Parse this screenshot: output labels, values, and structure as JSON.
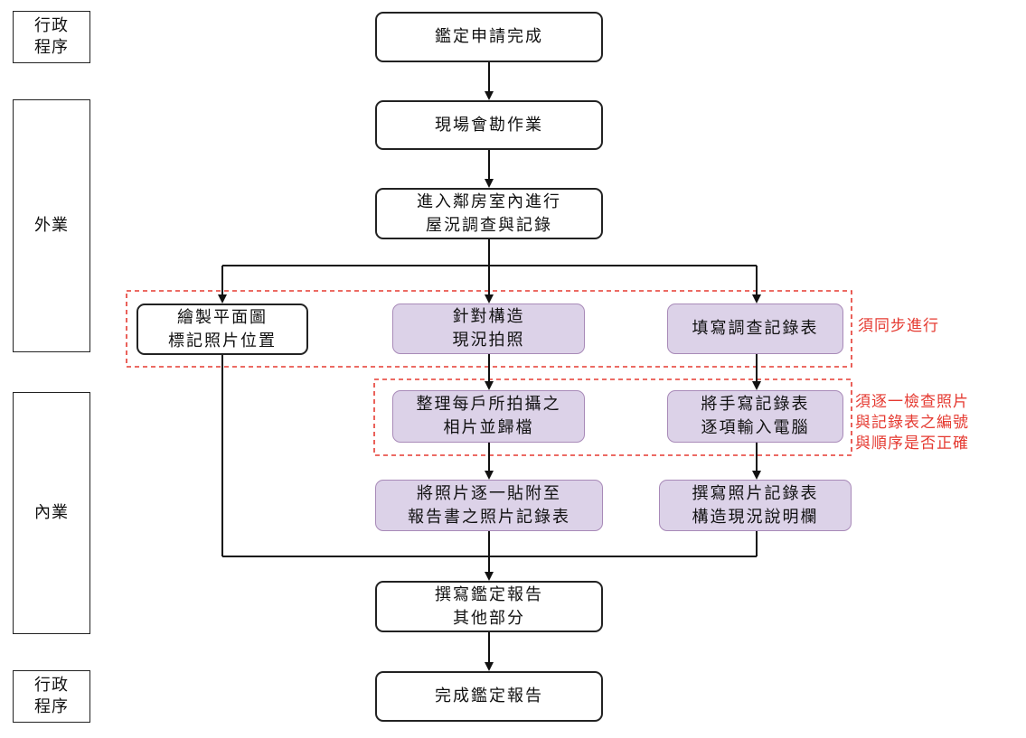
{
  "lanes": {
    "admin_top": "行政\n程序",
    "field": "外業",
    "office": "內業",
    "admin_bottom": "行政\n程序"
  },
  "nodes": {
    "apply_complete": "鑑定申請完成",
    "site_survey": "現場會勘作業",
    "enter_house": "進入鄰房室內進行\n屋況調查與記錄",
    "draw_plan": "繪製平面圖\n標記照片位置",
    "photo_structure": "針對構造\n現況拍照",
    "fill_record": "填寫調查記錄表",
    "organize_photos": "整理每戶所拍攝之\n相片並歸檔",
    "input_computer": "將手寫記錄表\n逐項輸入電腦",
    "attach_photos": "將照片逐一貼附至\n報告書之照片記錄表",
    "write_description": "撰寫照片記錄表\n構造現況說明欄",
    "write_report": "撰寫鑑定報告\n其他部分",
    "report_complete": "完成鑑定報告"
  },
  "notes": {
    "sync": "須同步進行",
    "check": "須逐一檢查照片\n與記錄表之編號\n與順序是否正確"
  },
  "colors": {
    "line": "#111111",
    "box_border": "#222222",
    "purple_fill": "#dcd2e8",
    "purple_border": "#a88ab8",
    "dashed_red": "#e53a31"
  }
}
